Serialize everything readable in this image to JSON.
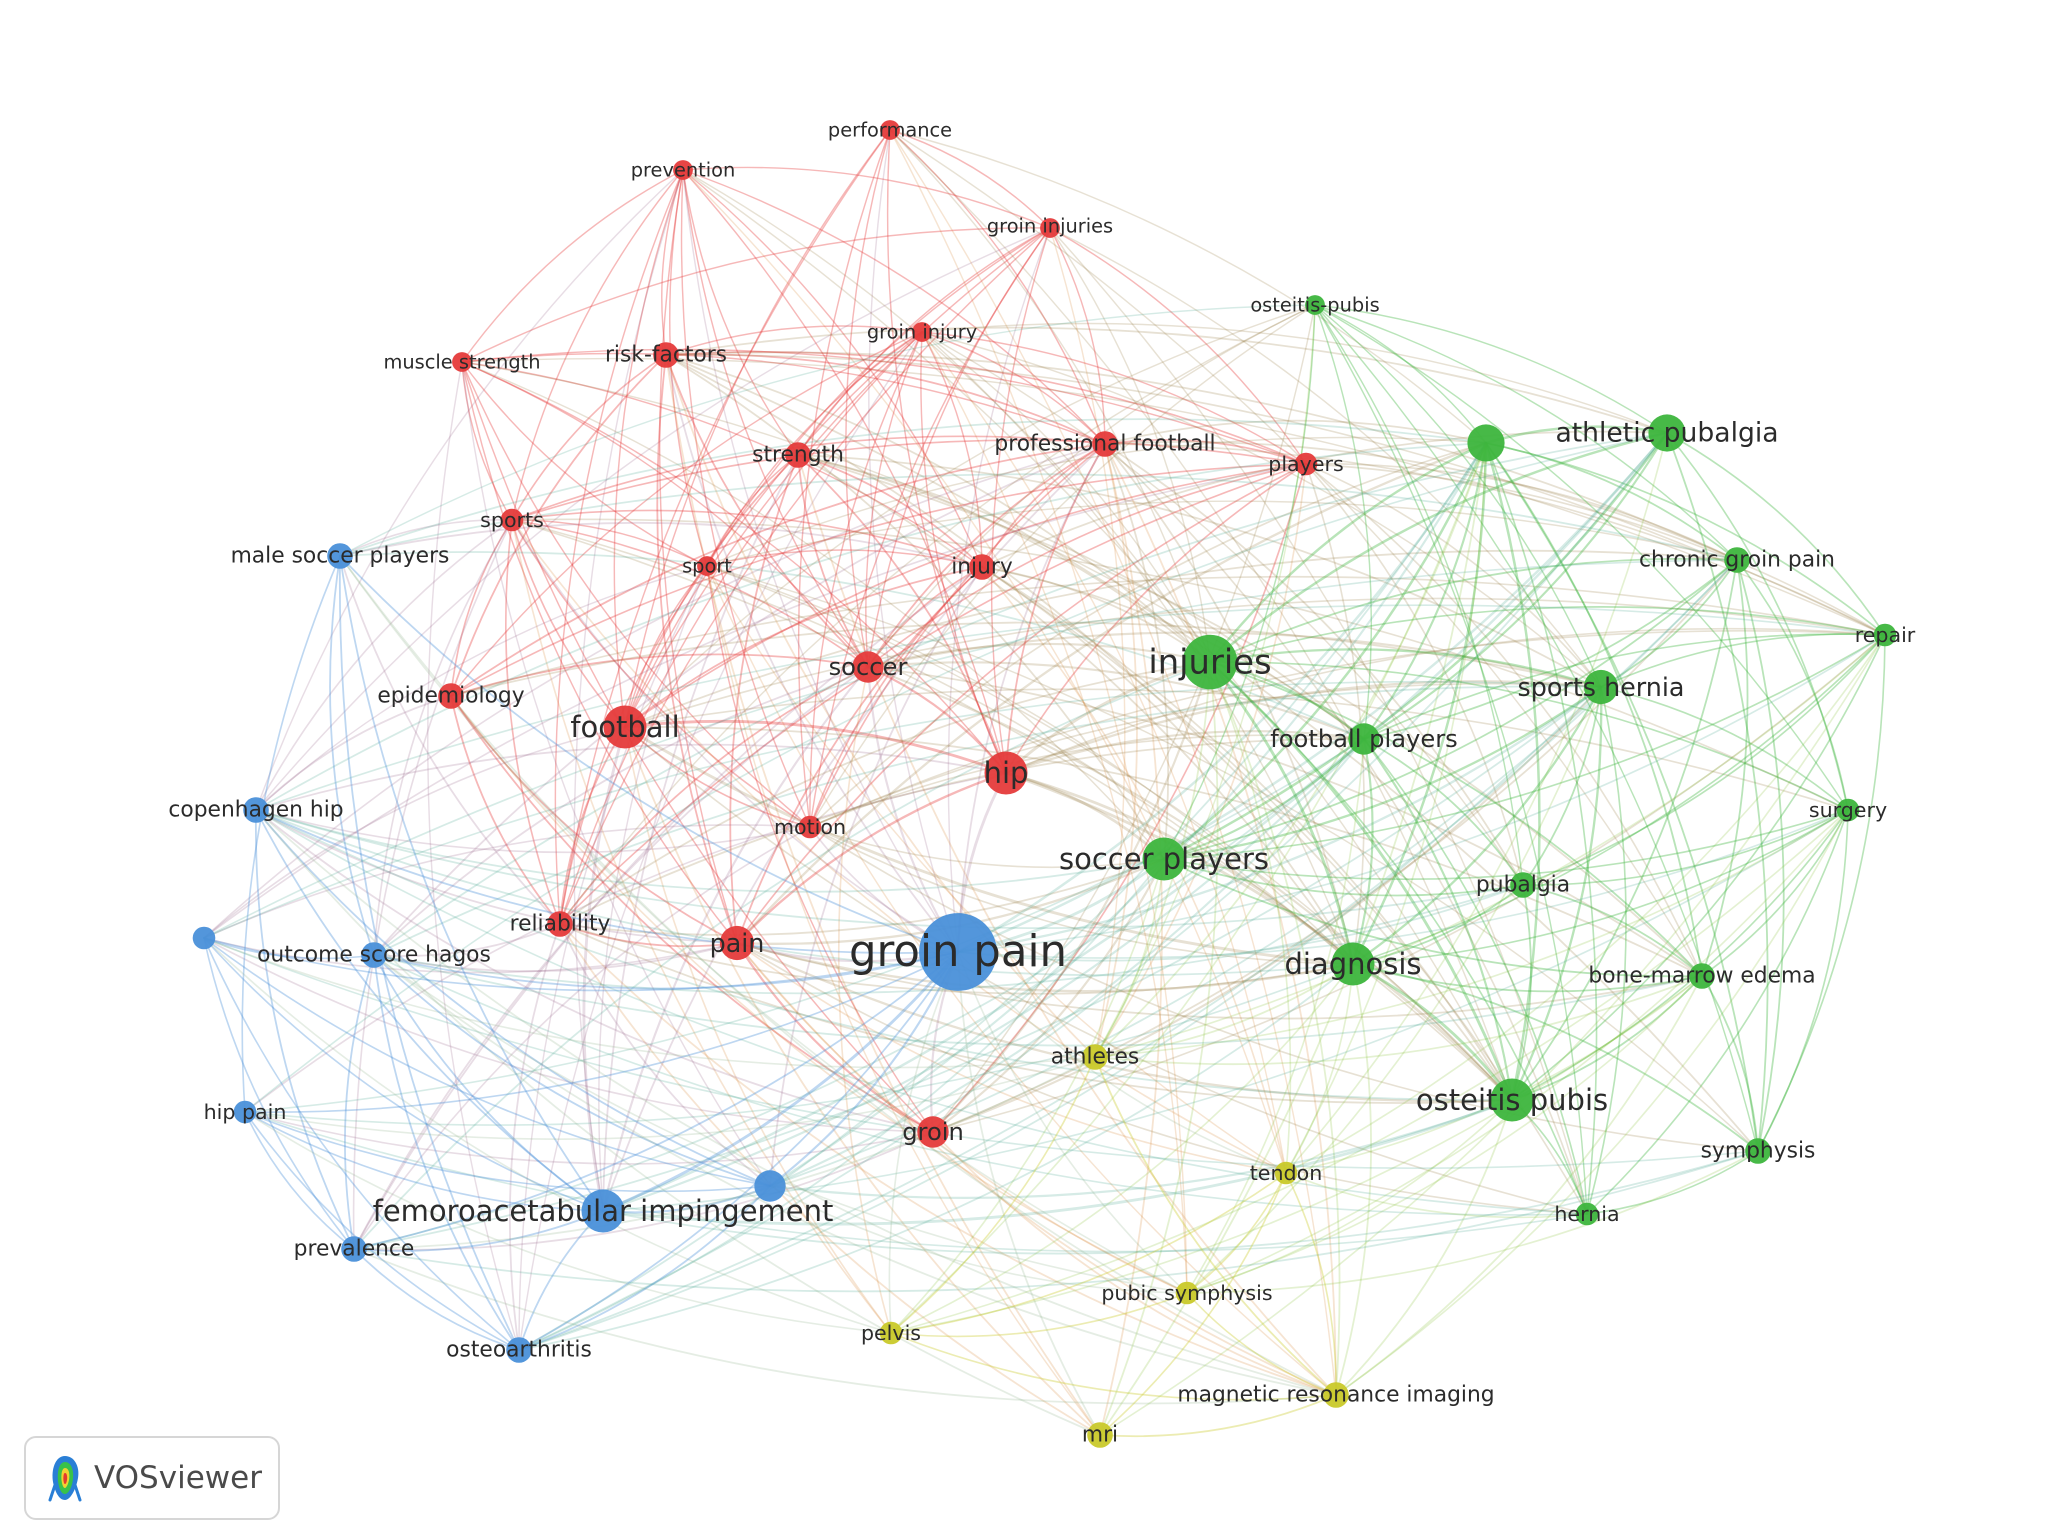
{
  "app": {
    "brand_name": "VOSviewer",
    "brand_icon": "vosviewer-logo-icon"
  },
  "clusters": {
    "red": {
      "color": "#e53b3b"
    },
    "green": {
      "color": "#3db53d"
    },
    "blue": {
      "color": "#4a90d9"
    },
    "yellow": {
      "color": "#c9c92a"
    }
  },
  "network": {
    "nodes": [
      {
        "id": "performance",
        "label": "performance",
        "cluster": "red",
        "weight": 1
      },
      {
        "id": "prevention",
        "label": "prevention",
        "cluster": "red",
        "weight": 1
      },
      {
        "id": "groin_injuries",
        "label": "groin injuries",
        "cluster": "red",
        "weight": 1
      },
      {
        "id": "groin_injury",
        "label": "groin injury",
        "cluster": "red",
        "weight": 1
      },
      {
        "id": "muscle_strength",
        "label": "muscle strength",
        "cluster": "red",
        "weight": 1
      },
      {
        "id": "risk_factors",
        "label": "risk-factors",
        "cluster": "red",
        "weight": 2
      },
      {
        "id": "strength",
        "label": "strength",
        "cluster": "red",
        "weight": 2
      },
      {
        "id": "professional_football",
        "label": "professional football",
        "cluster": "red",
        "weight": 2
      },
      {
        "id": "players",
        "label": "players",
        "cluster": "red",
        "weight": 1.5
      },
      {
        "id": "sports",
        "label": "sports",
        "cluster": "red",
        "weight": 1.5
      },
      {
        "id": "sport",
        "label": "sport",
        "cluster": "red",
        "weight": 1
      },
      {
        "id": "injury",
        "label": "injury",
        "cluster": "red",
        "weight": 2
      },
      {
        "id": "soccer",
        "label": "soccer",
        "cluster": "red",
        "weight": 3
      },
      {
        "id": "epidemiology",
        "label": "epidemiology",
        "cluster": "red",
        "weight": 2
      },
      {
        "id": "football",
        "label": "football",
        "cluster": "red",
        "weight": 5
      },
      {
        "id": "hip",
        "label": "hip",
        "cluster": "red",
        "weight": 5
      },
      {
        "id": "motion",
        "label": "motion",
        "cluster": "red",
        "weight": 1.5
      },
      {
        "id": "reliability",
        "label": "reliability",
        "cluster": "red",
        "weight": 2
      },
      {
        "id": "pain",
        "label": "pain",
        "cluster": "red",
        "weight": 3.5
      },
      {
        "id": "groin",
        "label": "groin",
        "cluster": "red",
        "weight": 3
      },
      {
        "id": "osteitis_pubis_top",
        "label": "osteitis-pubis",
        "cluster": "green",
        "weight": 1
      },
      {
        "id": "green_unlabeled",
        "label": "",
        "cluster": "green",
        "weight": 4
      },
      {
        "id": "athletic_pubalgia",
        "label": "athletic pubalgia",
        "cluster": "green",
        "weight": 4
      },
      {
        "id": "chronic_groin_pain",
        "label": "chronic groin pain",
        "cluster": "green",
        "weight": 2
      },
      {
        "id": "repair",
        "label": "repair",
        "cluster": "green",
        "weight": 1.5
      },
      {
        "id": "injuries",
        "label": "injuries",
        "cluster": "green",
        "weight": 7
      },
      {
        "id": "sports_hernia",
        "label": "sports hernia",
        "cluster": "green",
        "weight": 3.5
      },
      {
        "id": "football_players",
        "label": "football players",
        "cluster": "green",
        "weight": 3
      },
      {
        "id": "surgery",
        "label": "surgery",
        "cluster": "green",
        "weight": 1.5
      },
      {
        "id": "soccer_players",
        "label": "soccer players",
        "cluster": "green",
        "weight": 5
      },
      {
        "id": "pubalgia",
        "label": "pubalgia",
        "cluster": "green",
        "weight": 2
      },
      {
        "id": "diagnosis",
        "label": "diagnosis",
        "cluster": "green",
        "weight": 5
      },
      {
        "id": "bone_marrow_edema",
        "label": "bone-marrow edema",
        "cluster": "green",
        "weight": 2
      },
      {
        "id": "osteitis_pubis",
        "label": "osteitis pubis",
        "cluster": "green",
        "weight": 5
      },
      {
        "id": "symphysis",
        "label": "symphysis",
        "cluster": "green",
        "weight": 2
      },
      {
        "id": "hernia",
        "label": "hernia",
        "cluster": "green",
        "weight": 1.5
      },
      {
        "id": "male_soccer_players",
        "label": "male soccer players",
        "cluster": "blue",
        "weight": 2
      },
      {
        "id": "copenhagen_hip",
        "label": "copenhagen hip",
        "cluster": "blue",
        "weight": 2
      },
      {
        "id": "blue_unlabeled",
        "label": "",
        "cluster": "blue",
        "weight": 1.5
      },
      {
        "id": "outcome_score_hagos",
        "label": "outcome score hagos",
        "cluster": "blue",
        "weight": 2
      },
      {
        "id": "groin_pain",
        "label": "groin pain",
        "cluster": "blue",
        "weight": 11
      },
      {
        "id": "hip_pain",
        "label": "hip pain",
        "cluster": "blue",
        "weight": 1.5
      },
      {
        "id": "blue_unlabeled_2",
        "label": "",
        "cluster": "blue",
        "weight": 3
      },
      {
        "id": "femoroacetabular_impingement",
        "label": "femoroacetabular impingement",
        "cluster": "blue",
        "weight": 5
      },
      {
        "id": "prevalence",
        "label": "prevalence",
        "cluster": "blue",
        "weight": 2
      },
      {
        "id": "osteoarthritis",
        "label": "osteoarthritis",
        "cluster": "blue",
        "weight": 2
      },
      {
        "id": "athletes",
        "label": "athletes",
        "cluster": "yellow",
        "weight": 2
      },
      {
        "id": "tendon",
        "label": "tendon",
        "cluster": "yellow",
        "weight": 1.5
      },
      {
        "id": "pubic_symphysis",
        "label": "pubic symphysis",
        "cluster": "yellow",
        "weight": 1.5
      },
      {
        "id": "pelvis",
        "label": "pelvis",
        "cluster": "yellow",
        "weight": 1.5
      },
      {
        "id": "magnetic_resonance_imaging",
        "label": "magnetic resonance imaging",
        "cluster": "yellow",
        "weight": 2
      },
      {
        "id": "mri",
        "label": "mri",
        "cluster": "yellow",
        "weight": 2
      }
    ]
  }
}
